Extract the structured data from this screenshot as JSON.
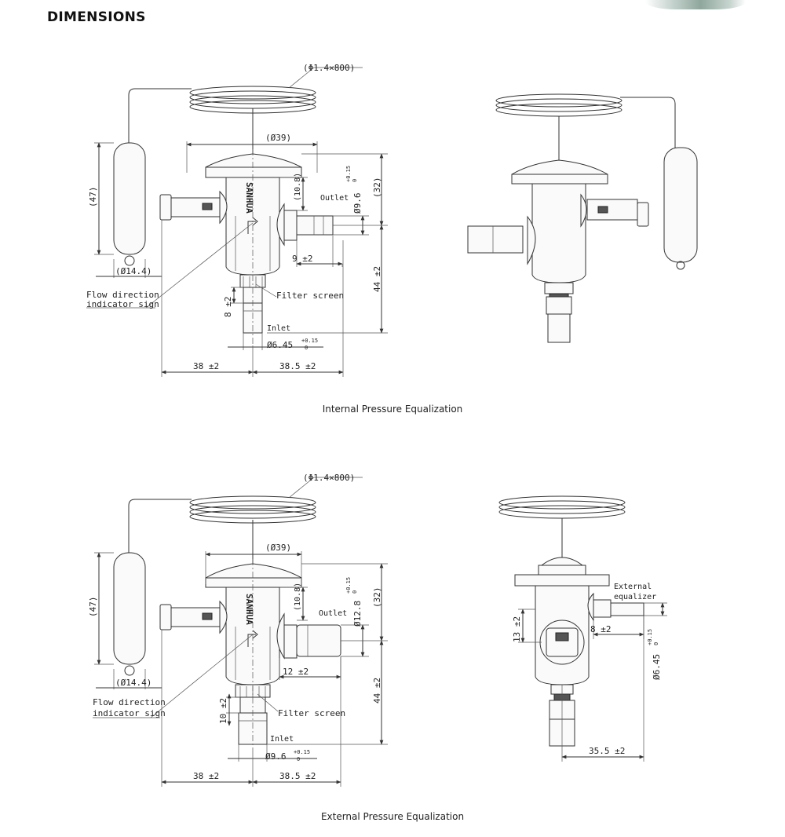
{
  "page": {
    "title": "DIMENSIONS"
  },
  "brand": {
    "text": "SANHUA"
  },
  "diagrams": [
    {
      "caption": "Internal Pressure Equalization",
      "labels": {
        "capillary": "(Φ1.4×800)",
        "diaphragm_dia": "(Ø39)",
        "bulb_length": "(47)",
        "bulb_dia": "(Ø14.4)",
        "outlet": "Outlet",
        "outlet_dia": "Ø9.6",
        "outlet_tol_upper": "+0.15",
        "outlet_tol_lower": "0",
        "outlet_offset": "(10.8)",
        "height_top": "(32)",
        "outlet_len": "9 ±2",
        "height_bottom": "44 ±2",
        "flow_line1": "Flow direction",
        "flow_line2": "indicator sign",
        "filter": "Filter screen",
        "inlet_len": "8 ±2",
        "inlet": "Inlet",
        "inlet_dia": "Ø6.45",
        "inlet_tol_upper": "+0.15",
        "inlet_tol_lower": "0",
        "width_left": "38 ±2",
        "width_right": "38.5 ±2"
      }
    },
    {
      "caption": "External Pressure Equalization",
      "labels": {
        "capillary": "(Φ1.4×800)",
        "diaphragm_dia": "(Ø39)",
        "bulb_length": "(47)",
        "bulb_dia": "(Ø14.4)",
        "outlet": "Outlet",
        "outlet_dia": "Ø12.8",
        "outlet_tol_upper": "+0.15",
        "outlet_tol_lower": "0",
        "outlet_offset": "(10.8)",
        "height_top": "(32)",
        "outlet_len": "12 ±2",
        "height_bottom": "44 ±2",
        "flow_line1": "Flow direction",
        "flow_line2": "indicator sign",
        "filter": "Filter screen",
        "inlet_len": "10 ±2",
        "inlet": "Inlet",
        "inlet_dia": "Ø9.6",
        "inlet_tol_upper": "+0.15",
        "inlet_tol_lower": "0",
        "width_left": "38 ±2",
        "width_right": "38.5 ±2"
      },
      "side_labels": {
        "equalizer_line1": "External",
        "equalizer_line2": "equalizer",
        "equalizer_height": "13 ±2",
        "equalizer_len": "8 ±2",
        "equalizer_dia": "Ø6.45",
        "equalizer_tol_upper": "+0.15",
        "equalizer_tol_lower": "0",
        "side_width": "35.5 ±2"
      }
    }
  ]
}
